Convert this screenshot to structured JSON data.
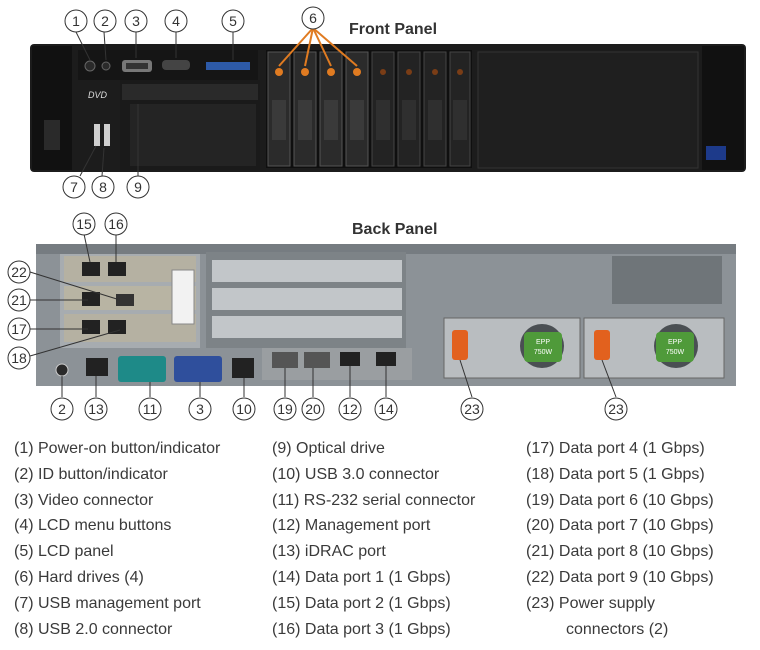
{
  "titles": {
    "front": "Front Panel",
    "back": "Back Panel"
  },
  "callouts": {
    "front": [
      "1",
      "2",
      "3",
      "4",
      "5",
      "6",
      "7",
      "8",
      "9"
    ],
    "back": [
      "15",
      "16",
      "22",
      "21",
      "17",
      "18",
      "2",
      "13",
      "11",
      "3",
      "10",
      "19",
      "20",
      "12",
      "14",
      "23",
      "23"
    ]
  },
  "hardware_text": {
    "dvd": "DVD",
    "psu_badge": "EPP",
    "psu_watt": "750W"
  },
  "legend": {
    "col1": [
      "(1) Power-on button/indicator",
      "(2) ID button/indicator",
      "(3) Video connector",
      "(4) LCD menu buttons",
      "(5) LCD panel",
      "(6) Hard drives (4)",
      "(7) USB management port",
      "(8) USB 2.0 connector"
    ],
    "col2": [
      "(9) Optical drive",
      "(10) USB 3.0 connector",
      "(11) RS-232 serial connector",
      "(12) Management port",
      "(13) iDRAC port",
      "(14) Data port 1 (1 Gbps)",
      "(15) Data port 2 (1 Gbps)",
      "(16) Data port 3 (1 Gbps)"
    ],
    "col3": [
      "(17) Data port 4 (1 Gbps)",
      "(18) Data port 5 (1 Gbps)",
      "(19) Data port 6 (10 Gbps)",
      "(20) Data port 7 (10 Gbps)",
      "(21) Data port 8 (10 Gbps)",
      "(22) Data port 9 (10 Gbps)",
      "(23) Power supply",
      "connectors (2)"
    ]
  },
  "colors": {
    "accent": "#e07b21",
    "chassis_front": "#1c1c1c",
    "chassis_back": "#8c9297",
    "serial_port": "#1e8a88",
    "vga_port": "#2f4f9c",
    "psu_handle": "#e2611e",
    "psu_badge": "#4f9a3a"
  }
}
